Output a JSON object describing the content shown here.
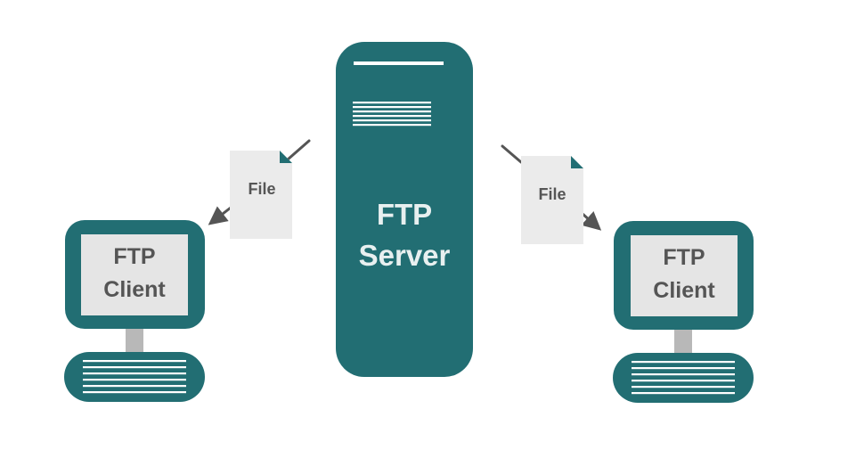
{
  "colors": {
    "teal": "#226E73",
    "screen": "#E5E5E5",
    "paper": "#EBEBEB",
    "stand": "#B8B8B8",
    "client_text": "#555555",
    "server_text": "#E8F0F0",
    "arrow": "#555555"
  },
  "server": {
    "line1": "FTP",
    "line2": "Server"
  },
  "clients": [
    {
      "line1": "FTP",
      "line2": "Client"
    },
    {
      "line1": "FTP",
      "line2": "Client"
    }
  ],
  "files": [
    {
      "label": "File"
    },
    {
      "label": "File"
    }
  ]
}
